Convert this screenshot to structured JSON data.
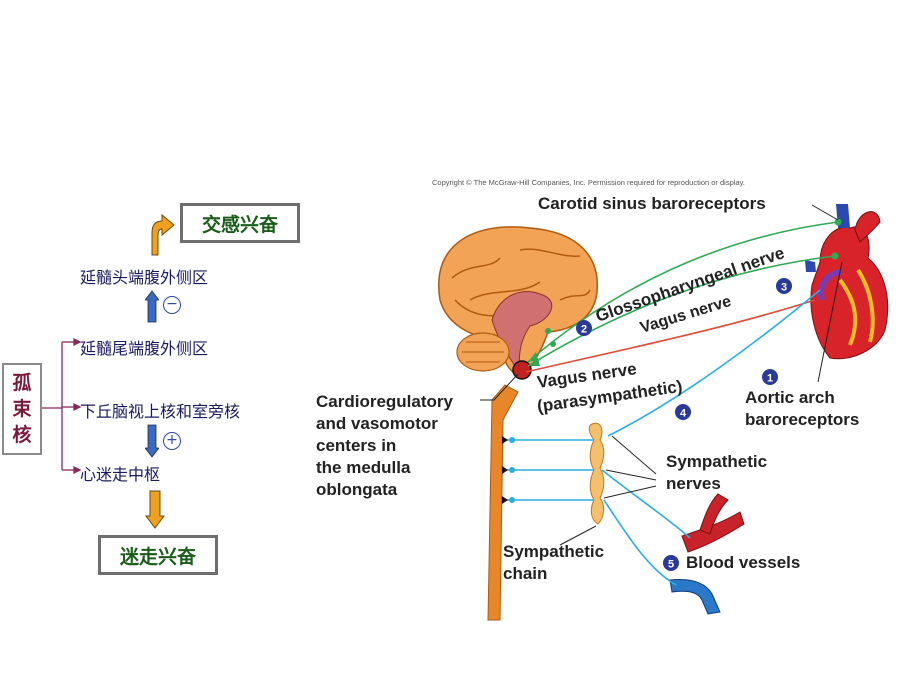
{
  "left_panel": {
    "top_box": "交感兴奋",
    "rvlm": "延髓头端腹外侧区",
    "sign_minus": "−",
    "cvlm": "延髓尾端腹外侧区",
    "hypothalamus": "下丘脑视上核和室旁核",
    "sign_plus": "+",
    "vagal_center": "心迷走中枢",
    "bottom_box": "迷走兴奋",
    "nts": [
      "孤",
      "束",
      "核"
    ]
  },
  "figure": {
    "copyright": "Copyright © The McGraw-Hill Companies, Inc. Permission required for reproduction or display.",
    "carotid": "Carotid sinus baroreceptors",
    "glosso": "Glossopharyngeal nerve",
    "vagus": "Vagus nerve",
    "vagus_para_1": "Vagus nerve",
    "vagus_para_2": "(parasympathetic)",
    "cardio_1": "Cardioregulatory",
    "cardio_2": "and vasomotor",
    "cardio_3": "centers in",
    "cardio_4": "the medulla",
    "cardio_5": "oblongata",
    "aortic_1": "Aortic arch",
    "aortic_2": "baroreceptors",
    "symp_nerves_1": "Sympathetic",
    "symp_nerves_2": "nerves",
    "symp_chain_1": "Sympathetic",
    "symp_chain_2": "chain",
    "blood": "Blood vessels",
    "num_1": "1",
    "num_2": "2",
    "num_3": "3",
    "num_4": "4",
    "num_5": "5"
  },
  "colors": {
    "green_nerve": "#2eaa55",
    "blue_nerve": "#28aee0",
    "red_nerve": "#e04a3a",
    "brain": "#e8862a",
    "box_text": "#1a5c1a"
  }
}
